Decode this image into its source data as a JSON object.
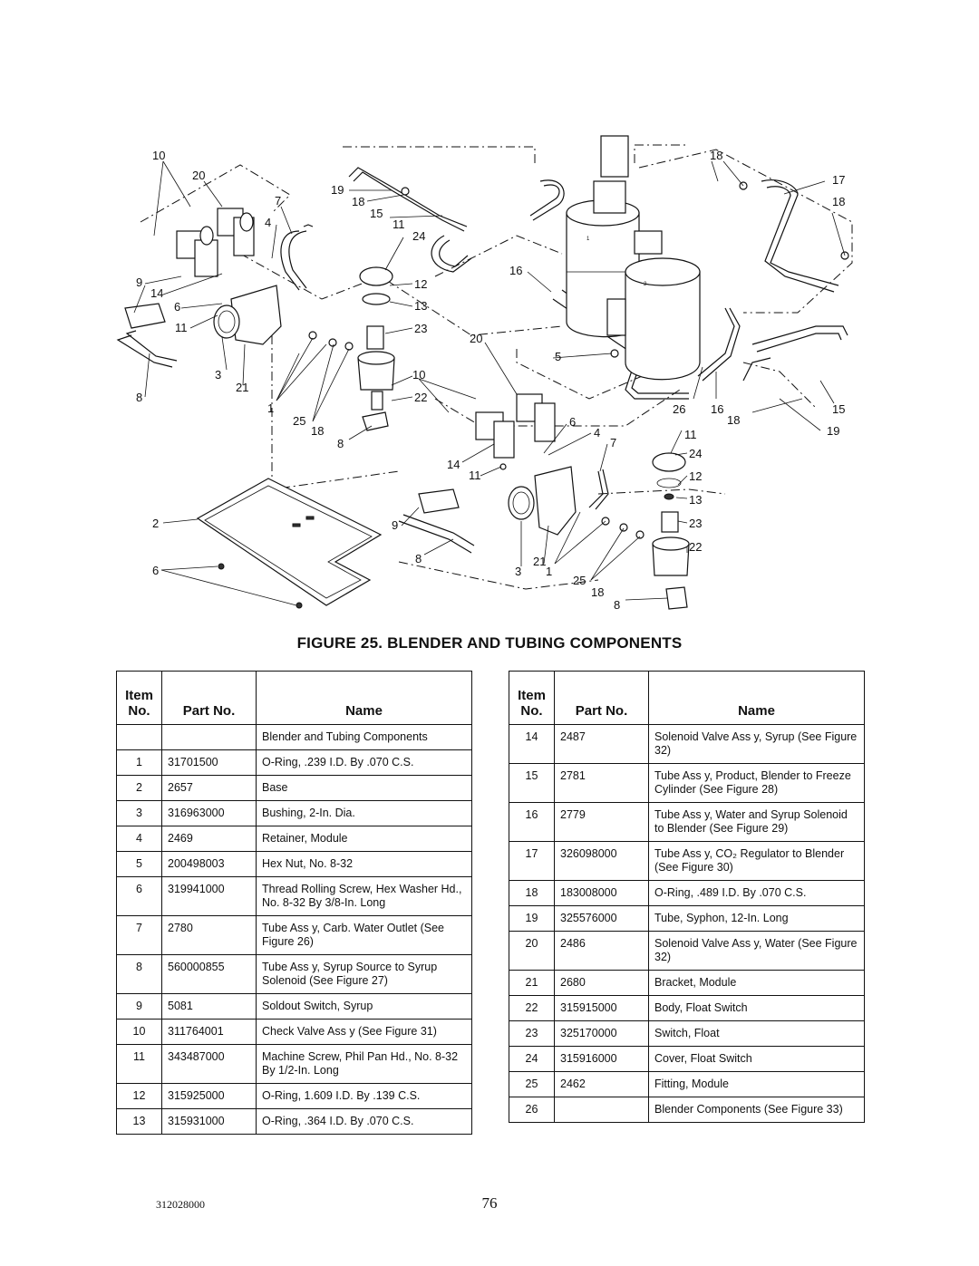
{
  "figure": {
    "caption": "FIGURE 25. BLENDER AND TUBING COMPONENTS",
    "callouts": [
      "1",
      "2",
      "3",
      "4",
      "5",
      "6",
      "7",
      "8",
      "9",
      "10",
      "11",
      "12",
      "13",
      "14",
      "15",
      "16",
      "17",
      "18",
      "19",
      "20",
      "21",
      "22",
      "23",
      "24",
      "25",
      "26"
    ],
    "marks": [
      "1",
      "2"
    ]
  },
  "table_headers": {
    "item_line1": "Item",
    "item_line2": "No.",
    "part_no": "Part No.",
    "name": "Name"
  },
  "left_table": [
    {
      "item": "",
      "part": "",
      "name": "Blender and Tubing Components"
    },
    {
      "item": "1",
      "part": "31701500",
      "name": "O-Ring, .239 I.D. By .070 C.S."
    },
    {
      "item": "2",
      "part": "2657",
      "name": "Base"
    },
    {
      "item": "3",
      "part": "316963000",
      "name": "Bushing, 2-In. Dia."
    },
    {
      "item": "4",
      "part": "2469",
      "name": "Retainer, Module"
    },
    {
      "item": "5",
      "part": "200498003",
      "name": "Hex Nut, No. 8-32"
    },
    {
      "item": "6",
      "part": "319941000",
      "name": "Thread Rolling Screw, Hex Washer Hd., No. 8-32 By 3/8-In. Long"
    },
    {
      "item": "7",
      "part": "2780",
      "name": "Tube Ass y, Carb. Water Outlet (See Figure 26)"
    },
    {
      "item": "8",
      "part": "560000855",
      "name": "Tube Ass y, Syrup Source to Syrup Solenoid (See Figure 27)"
    },
    {
      "item": "9",
      "part": "5081",
      "name": "Soldout Switch, Syrup"
    },
    {
      "item": "10",
      "part": "311764001",
      "name": "Check Valve Ass y (See Figure 31)"
    },
    {
      "item": "11",
      "part": "343487000",
      "name": "Machine Screw, Phil Pan Hd., No. 8-32 By 1/2-In. Long"
    },
    {
      "item": "12",
      "part": "315925000",
      "name": "O-Ring, 1.609 I.D. By .139 C.S."
    },
    {
      "item": "13",
      "part": "315931000",
      "name": "O-Ring, .364 I.D. By .070 C.S."
    }
  ],
  "right_table": [
    {
      "item": "14",
      "part": "2487",
      "name": "Solenoid Valve Ass y, Syrup (See Figure 32)"
    },
    {
      "item": "15",
      "part": "2781",
      "name": "Tube Ass y, Product, Blender to Freeze Cylinder (See Figure 28)"
    },
    {
      "item": "16",
      "part": "2779",
      "name": "Tube Ass y, Water and Syrup Solenoid to Blender (See Figure 29)"
    },
    {
      "item": "17",
      "part": "326098000",
      "name": "Tube Ass y, CO₂ Regulator to Blender (See Figure 30)"
    },
    {
      "item": "18",
      "part": "183008000",
      "name": "O-Ring, .489 I.D. By .070 C.S."
    },
    {
      "item": "19",
      "part": "325576000",
      "name": "Tube, Syphon, 12-In. Long"
    },
    {
      "item": "20",
      "part": "2486",
      "name": "Solenoid Valve Ass y, Water (See Figure 32)"
    },
    {
      "item": "21",
      "part": "2680",
      "name": "Bracket, Module"
    },
    {
      "item": "22",
      "part": "315915000",
      "name": "Body, Float Switch"
    },
    {
      "item": "23",
      "part": "325170000",
      "name": "Switch, Float"
    },
    {
      "item": "24",
      "part": "315916000",
      "name": "Cover, Float Switch"
    },
    {
      "item": "25",
      "part": "2462",
      "name": "Fitting, Module"
    },
    {
      "item": "26",
      "part": "",
      "name": "Blender Components (See Figure 33)"
    }
  ],
  "footer": {
    "doc_number": "312028000",
    "page_number": "76"
  }
}
